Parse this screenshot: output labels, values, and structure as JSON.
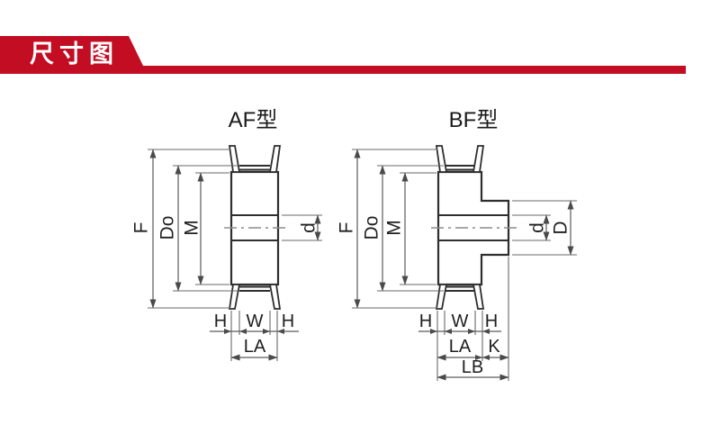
{
  "header": {
    "title": "尺寸图"
  },
  "colors": {
    "accent_red": "#c30d23",
    "outline": "#2e2e2e",
    "dimension_line": "#5a5a5a",
    "label_text": "#1f1f1f"
  },
  "diagrams": {
    "af": {
      "title": "AF型",
      "labels": {
        "f": "F",
        "do": "Do",
        "m": "M",
        "d": "d",
        "h_left": "H",
        "w": "W",
        "h_right": "H",
        "la": "LA"
      }
    },
    "bf": {
      "title": "BF型",
      "labels": {
        "f": "F",
        "do": "Do",
        "m": "M",
        "d": "d",
        "dd": "D",
        "h_left": "H",
        "w": "W",
        "h_right": "H",
        "la": "LA",
        "k": "K",
        "lb": "LB"
      }
    }
  }
}
